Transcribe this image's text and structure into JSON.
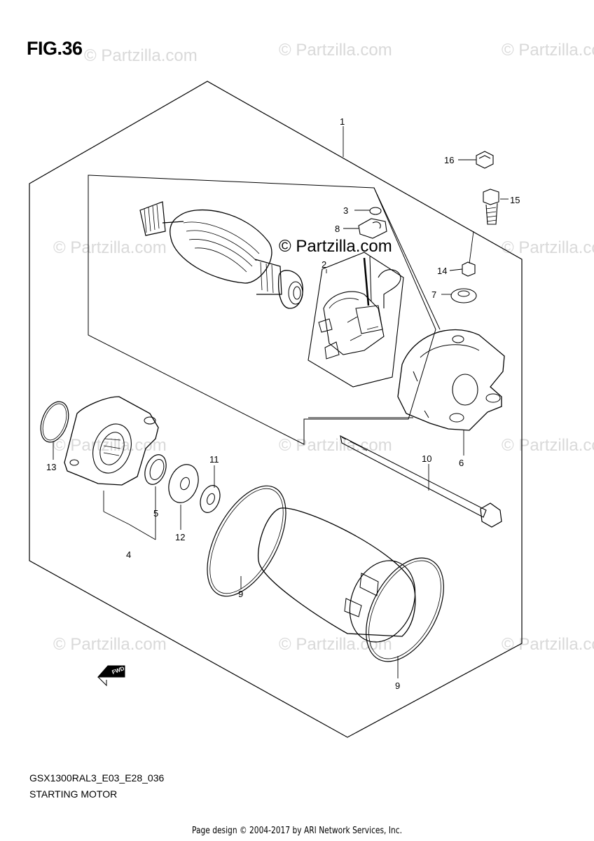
{
  "figure_title": "FIG.36",
  "model_code": "GSX1300RAL3_E03_E28_036",
  "section_title": "STARTING MOTOR",
  "credit": "Page design © 2004-2017 by ARI Network Services, Inc.",
  "watermark": "© Partzilla.com",
  "fwd_label": "FWD",
  "part_labels": {
    "p1": "1",
    "p2": "2",
    "p3": "3",
    "p4": "4",
    "p5": "5",
    "p6": "6",
    "p7": "7",
    "p8": "8",
    "p9a": "9",
    "p9b": "9",
    "p10": "10",
    "p11": "11",
    "p12": "12",
    "p13": "13",
    "p14": "14",
    "p15": "15",
    "p16": "16"
  }
}
